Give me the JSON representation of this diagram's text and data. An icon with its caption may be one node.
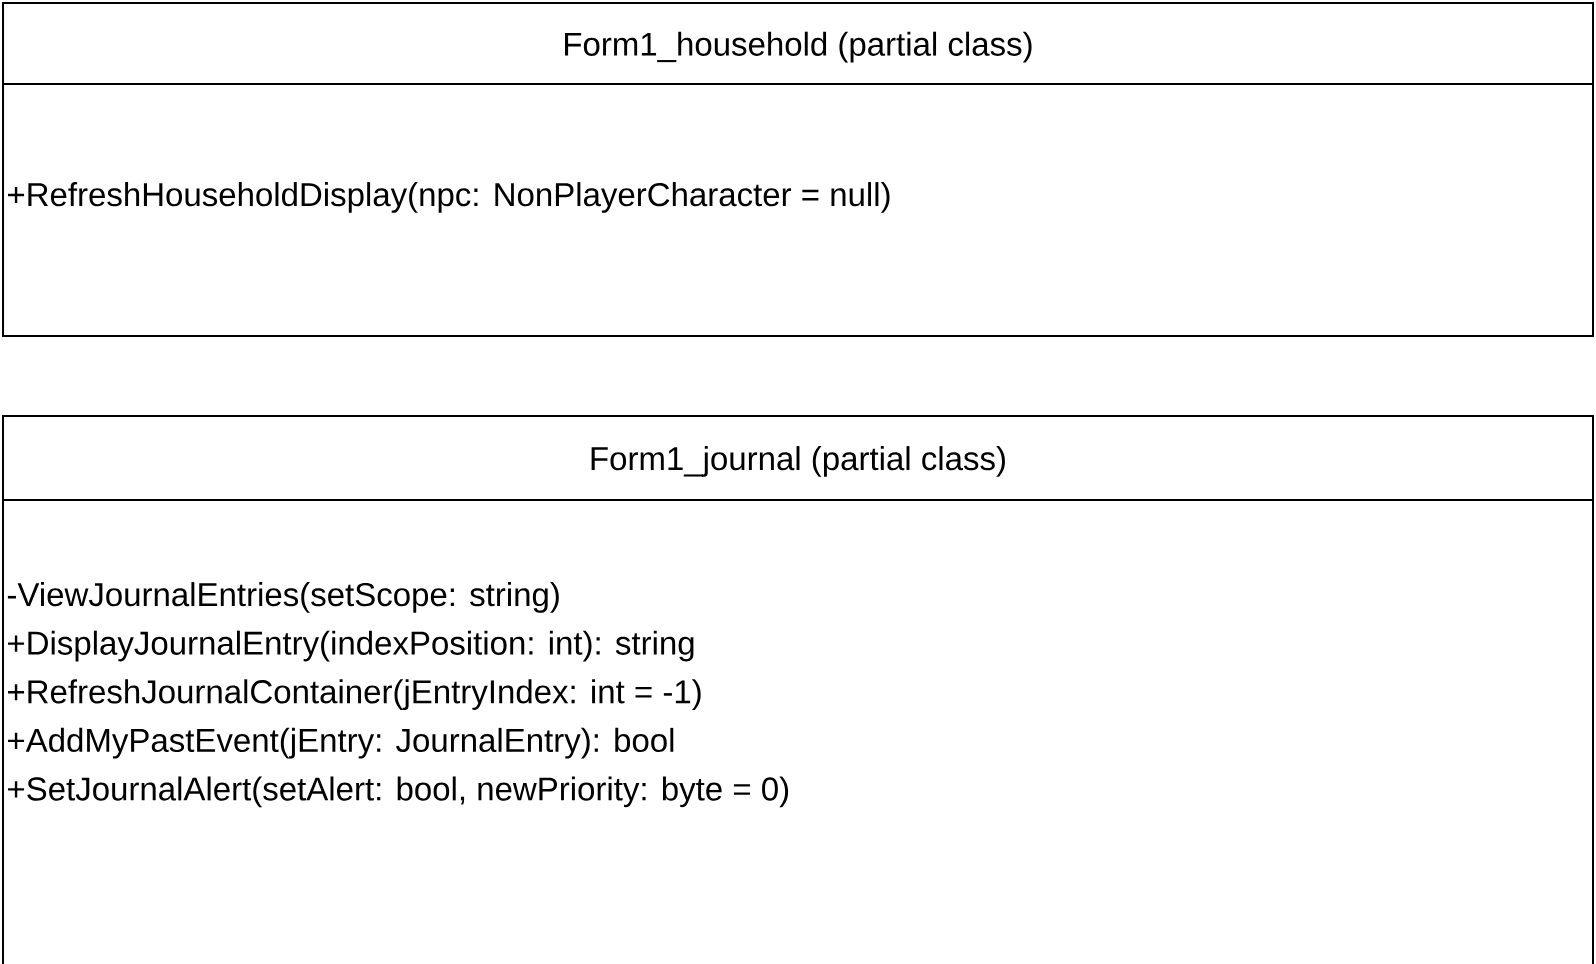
{
  "diagram": {
    "nodes": [
      {
        "text": [
          "Form1_household (partial class)",
          "+RefreshHouseholdDisplay(npc: NonPlayerCharacter = null)"
        ]
      },
      {
        "text": [
          "Form1_journal (partial class)",
          "-ViewJournalEntries(setScope: string)",
          "+DisplayJournalEntry(indexPosition: int): string",
          "+RefreshJournalContainer(jEntryIndex: int = -1)",
          "+AddMyPastEvent(jEntry: JournalEntry): bool",
          "+SetJournalAlert(setAlert: bool, newPriority: byte = 0)"
        ]
      }
    ]
  }
}
